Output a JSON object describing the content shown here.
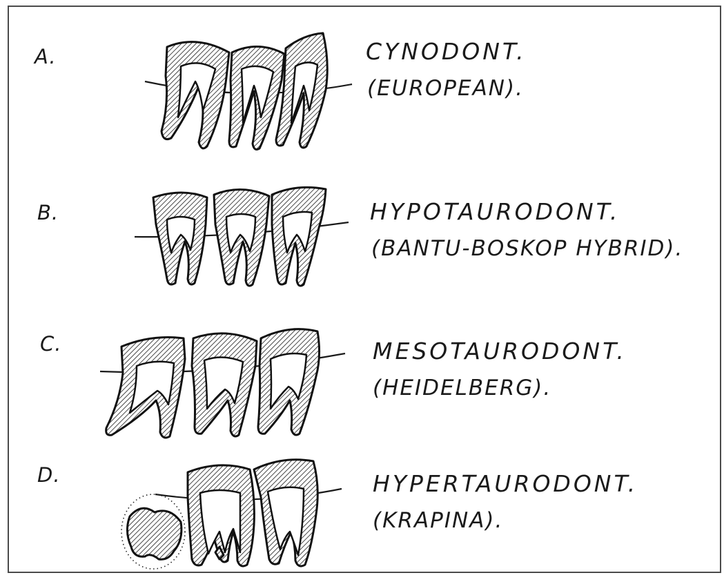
{
  "figure": {
    "rows": [
      {
        "letter": "A.",
        "type": "CYNODONT.",
        "example": "(EUROPEAN)."
      },
      {
        "letter": "B.",
        "type": "HYPOTAURODONT.",
        "example": "(BANTU-BOSKOP HYBRID)."
      },
      {
        "letter": "C.",
        "type": "MESOTAURODONT.",
        "example": "(HEIDELBERG)."
      },
      {
        "letter": "D.",
        "type": "HYPERTAURODONT.",
        "example": "(KRAPINA)."
      }
    ]
  },
  "colors": {
    "ink": "#1a1a1a",
    "paper": "#ffffff",
    "frame": "#4a4a4a"
  }
}
